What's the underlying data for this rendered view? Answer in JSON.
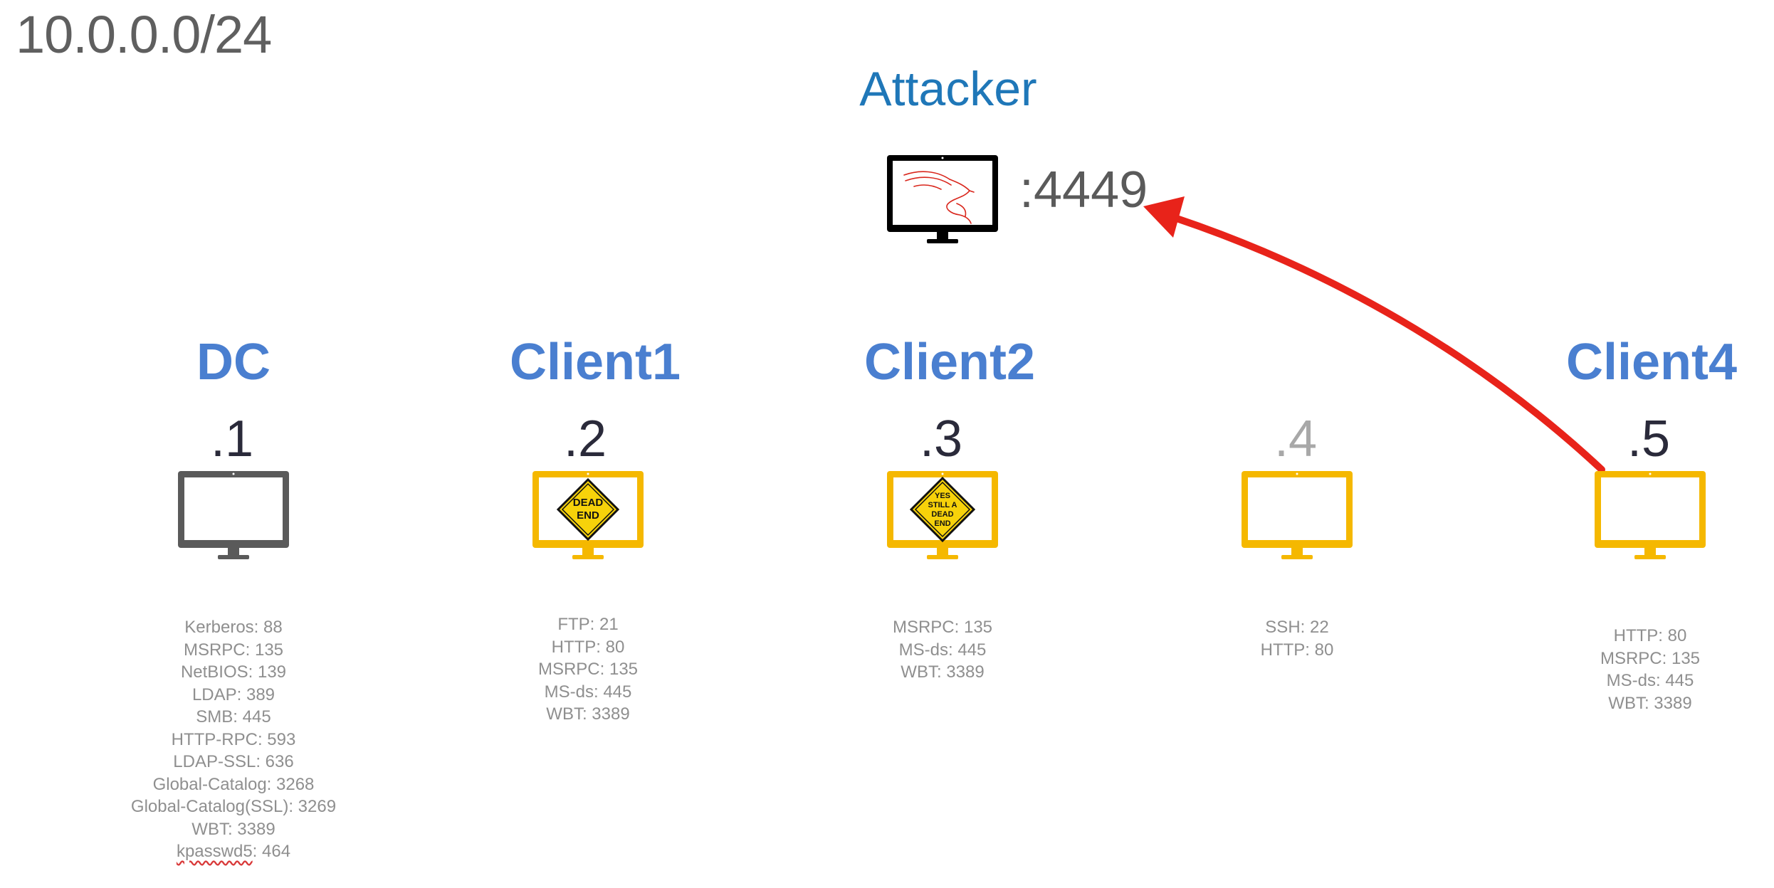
{
  "subnet": "10.0.0.0/24",
  "attacker": {
    "title": "Attacker",
    "listen_port": ":4449",
    "screen_icon": "dragon-logo-icon"
  },
  "hosts": [
    {
      "name": "DC",
      "ip": ".1",
      "monitor_color": "#5a5a5a",
      "screen_icon": "none",
      "services": [
        "Kerberos: 88",
        "MSRPC: 135",
        "NetBIOS: 139",
        "LDAP: 389",
        "SMB: 445",
        "HTTP-RPC: 593",
        "LDAP-SSL: 636",
        "Global-Catalog: 3268",
        "Global-Catalog(SSL): 3269",
        "WBT: 3389"
      ],
      "last_service": {
        "name": "kpasswd5",
        "rest": ": 464"
      }
    },
    {
      "name": "Client1",
      "ip": ".2",
      "monitor_color": "#f5b800",
      "screen_icon": "dead-end-sign-icon",
      "sign": [
        "DEAD",
        "END"
      ],
      "services": [
        "FTP: 21",
        "HTTP: 80",
        "MSRPC: 135",
        "MS-ds: 445",
        "WBT: 3389"
      ]
    },
    {
      "name": "Client2",
      "ip": ".3",
      "monitor_color": "#f5b800",
      "screen_icon": "still-dead-end-sign-icon",
      "sign": [
        "YES",
        "STILL A",
        "DEAD",
        "END"
      ],
      "services": [
        "MSRPC: 135",
        "MS-ds: 445",
        "WBT: 3389"
      ]
    },
    {
      "name": "",
      "ip": ".4",
      "monitor_color": "#f5b800",
      "screen_icon": "none",
      "services": [
        "SSH: 22",
        "HTTP: 80"
      ]
    },
    {
      "name": "Client4",
      "ip": ".5",
      "monitor_color": "#f5b800",
      "screen_icon": "none",
      "services": [
        "HTTP: 80",
        "MSRPC: 135",
        "MS-ds: 445",
        "WBT: 3389"
      ]
    }
  ],
  "connection": {
    "from": "Client4",
    "to": "Attacker",
    "color": "#e8231a"
  }
}
